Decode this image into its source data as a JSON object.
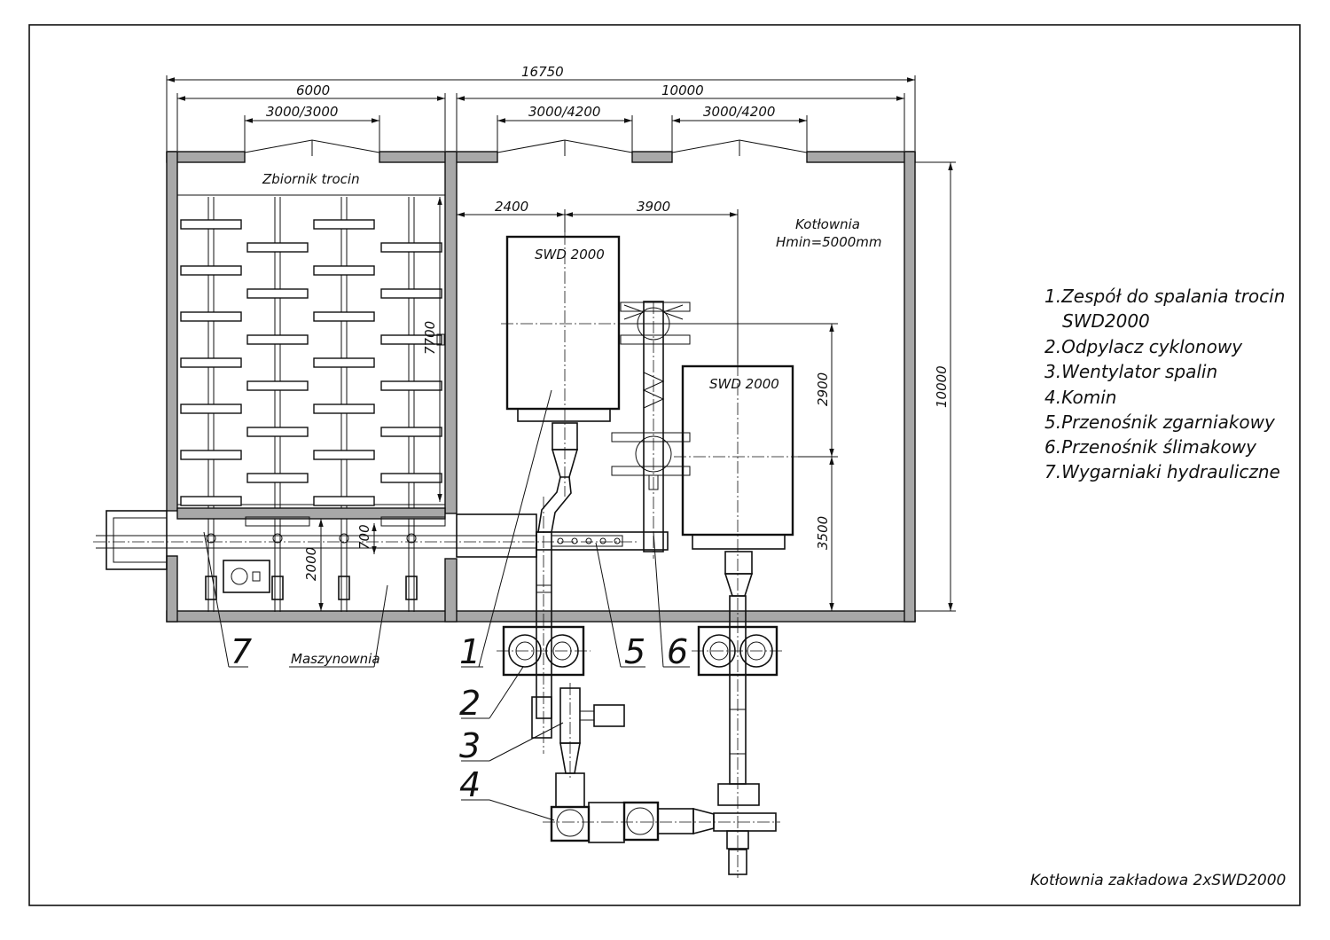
{
  "dimensions": {
    "total_width": "16750",
    "left_width": "6000",
    "right_width": "10000",
    "left_door": "3000/3000",
    "right_door_1": "3000/4200",
    "right_door_2": "3000/4200",
    "dim_2400": "2400",
    "dim_3900": "3900",
    "dim_7700": "7700",
    "dim_2900": "2900",
    "dim_3500": "3500",
    "dim_10000_height": "10000",
    "dim_2000": "2000",
    "dim_700": "700"
  },
  "labels": {
    "sawdust_tank": "Zbiornik trocin",
    "boiler_room": "Kotłownia",
    "boiler_room_height": "Hmin=5000mm",
    "machine_room": "Maszynownia",
    "unit_1": "SWD 2000",
    "unit_2": "SWD 2000"
  },
  "callouts": [
    "1",
    "2",
    "3",
    "4",
    "5",
    "6",
    "7"
  ],
  "legend": [
    "1.Zespół do spalania trocin",
    "SWD2000",
    "2.Odpylacz cyklonowy",
    "3.Wentylator spalin",
    "4.Komin",
    "5.Przenośnik zgarniakowy",
    "6.Przenośnik ślimakowy",
    "7.Wygarniaki hydrauliczne"
  ],
  "title_block": "Kotłownia zakładowa 2xSWD2000"
}
